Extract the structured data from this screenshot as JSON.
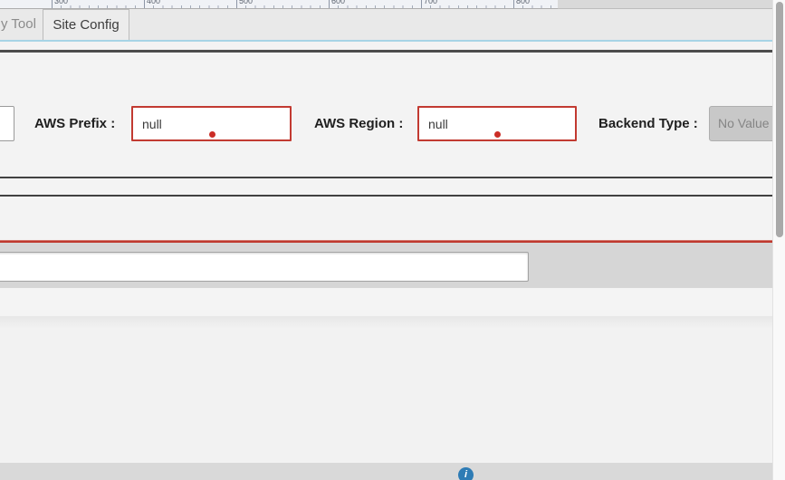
{
  "ruler": {
    "labels": [
      "300",
      "400",
      "500",
      "600",
      "700",
      "800"
    ]
  },
  "tabs": {
    "tab1": "y Tool",
    "tab2": "Site Config"
  },
  "form": {
    "aws_prefix": {
      "label": "AWS Prefix :",
      "value": "null"
    },
    "aws_region": {
      "label": "AWS Region :",
      "value": "null"
    },
    "backend_type": {
      "label": "Backend Type :",
      "value": "No Value"
    }
  },
  "bottom": {
    "input_value": "",
    "info_glyph": "i"
  },
  "colors": {
    "error_border": "#c23a31",
    "error_dot": "#cb2d26",
    "accent_blue_line": "#a7d4e6",
    "divider_dark": "#414141",
    "divider_red": "#bf392e",
    "disabled_field_bg": "#c8c8c8",
    "info_circle": "#2e7cb5",
    "scroll_thumb": "#a9a9a9"
  }
}
